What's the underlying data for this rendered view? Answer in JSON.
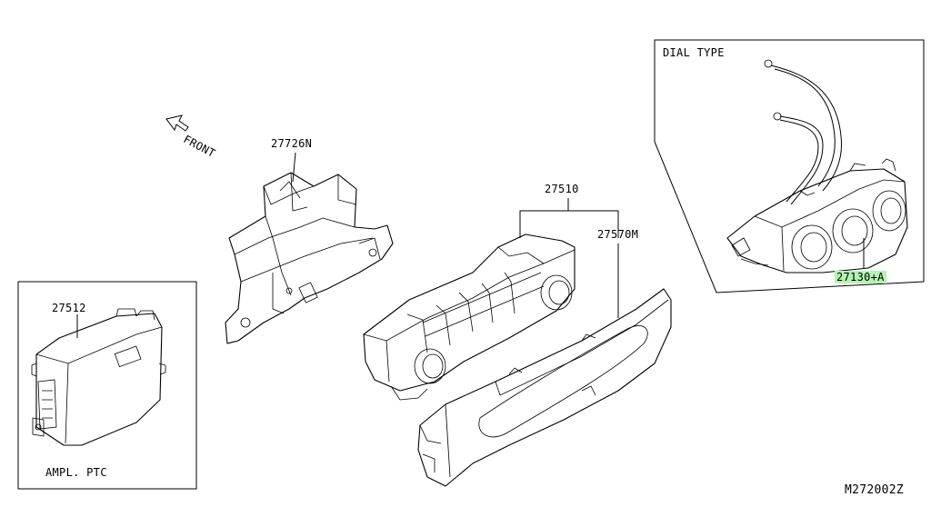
{
  "labels": {
    "front": "FRONT",
    "part_27726N": "27726N",
    "part_27510": "27510",
    "part_27570M": "27570M",
    "part_27512": "27512",
    "part_27130A": "27130+A",
    "dial_type": "DIAL TYPE",
    "ampl_ptc": "AMPL. PTC",
    "diagram_code": "M272002Z"
  },
  "colors": {
    "highlight": "#b5f3b5",
    "line": "#000000",
    "background": "#ffffff"
  },
  "icons": [
    "front-arrow-icon"
  ]
}
